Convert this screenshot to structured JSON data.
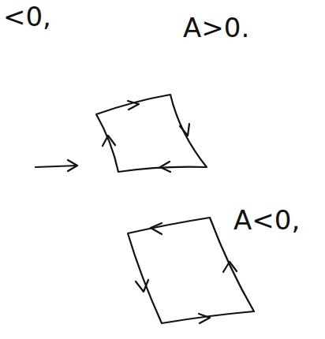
{
  "diagram": {
    "labels": [
      "<0,",
      "A>0.",
      "A<0,"
    ]
  }
}
